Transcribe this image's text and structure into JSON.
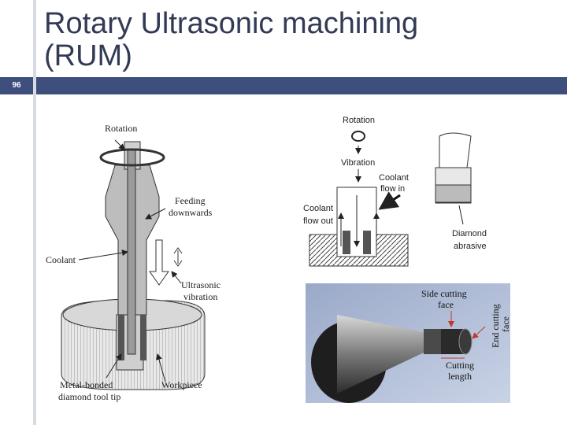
{
  "slide": {
    "number": "96",
    "title_line1": "Rotary Ultrasonic machining",
    "title_line2": "(RUM)"
  },
  "figure_left": {
    "rotation": "Rotation",
    "feeding_1": "Feeding",
    "feeding_2": "downwards",
    "coolant": "Coolant",
    "ultrasonic_1": "Ultrasonic",
    "ultrasonic_2": "vibration",
    "tool_tip_1": "Metal-bonded",
    "tool_tip_2": "diamond tool tip",
    "workpiece": "Workpiece"
  },
  "figure_right_top": {
    "rotation": "Rotation",
    "vibration": "Vibration",
    "coolant_in_1": "Coolant",
    "coolant_in_2": "flow in",
    "coolant_out_1": "Coolant",
    "coolant_out_2": "flow out",
    "diamond_1": "Diamond",
    "diamond_2": "abrasive"
  },
  "figure_photo": {
    "side_1": "Side cutting",
    "side_2": "face",
    "end_1": "End cutting",
    "end_2": "face",
    "length_1": "Cutting",
    "length_2": "length"
  }
}
